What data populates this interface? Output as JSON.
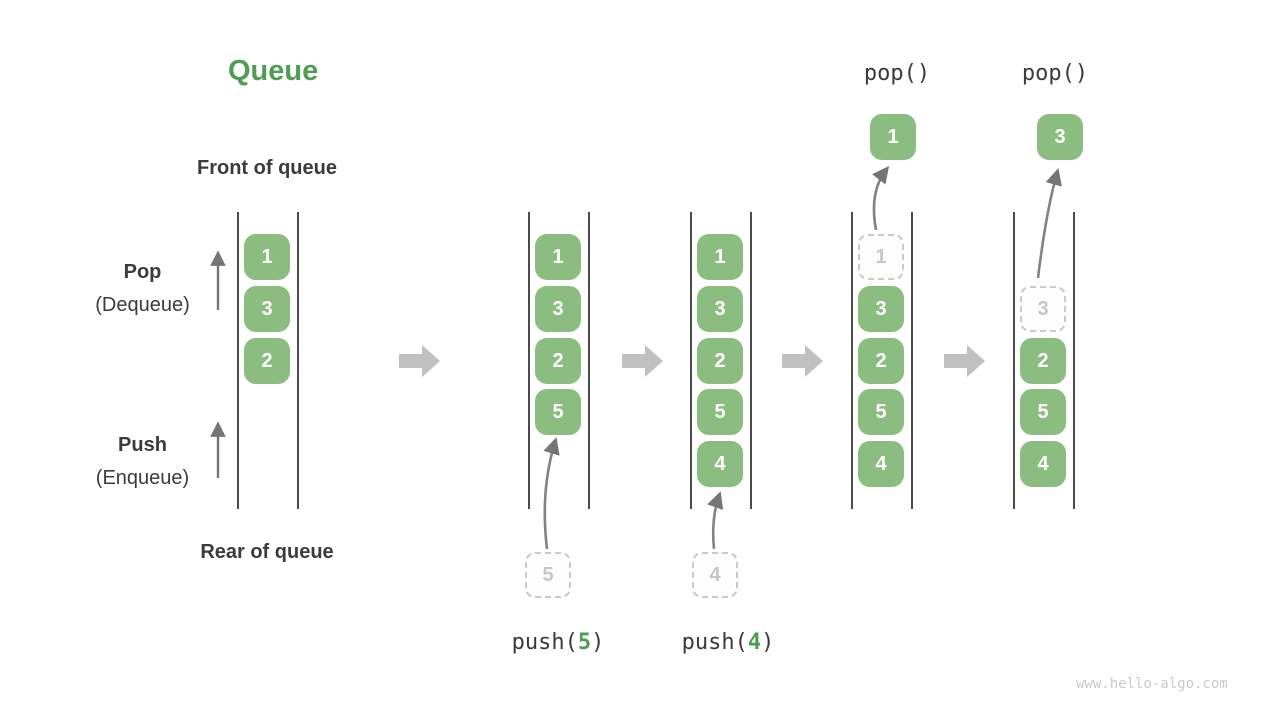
{
  "title": "Queue",
  "watermark": "www.hello-algo.com",
  "colors": {
    "accent_green": "#4e9d52",
    "cell_green": "#8bbc80",
    "block_arrow_gray": "#c0c0c0",
    "thin_arrow_gray": "#757575",
    "rail_gray": "#4b4b4b",
    "text_dark": "#3b3b3b",
    "ghost_gray": "#c6c6c6"
  },
  "labels": {
    "front": "Front of queue",
    "rear": "Rear of queue",
    "pop": "Pop",
    "pop_sub": "(Dequeue)",
    "push": "Push",
    "push_sub": "(Enqueue)"
  },
  "ops": {
    "push5": {
      "pre": "push(",
      "arg": "5",
      "post": ")"
    },
    "push4": {
      "pre": "push(",
      "arg": "4",
      "post": ")"
    },
    "pop4": "pop()",
    "pop5": "pop()"
  },
  "icons": {
    "flow_arrow": "right-block-arrow",
    "direction_arrow": "thin-up-arrow"
  },
  "queues": {
    "q1": {
      "cells": [
        "1",
        "3",
        "2"
      ]
    },
    "q2": {
      "cells": [
        "1",
        "3",
        "2",
        "5"
      ],
      "incoming": "5"
    },
    "q3": {
      "cells": [
        "1",
        "3",
        "2",
        "5",
        "4"
      ],
      "incoming": "4"
    },
    "q4": {
      "ghost": "1",
      "cells": [
        "3",
        "2",
        "5",
        "4"
      ],
      "popped": "1"
    },
    "q5": {
      "ghost": "3",
      "cells": [
        "2",
        "5",
        "4"
      ],
      "popped": "3"
    }
  }
}
